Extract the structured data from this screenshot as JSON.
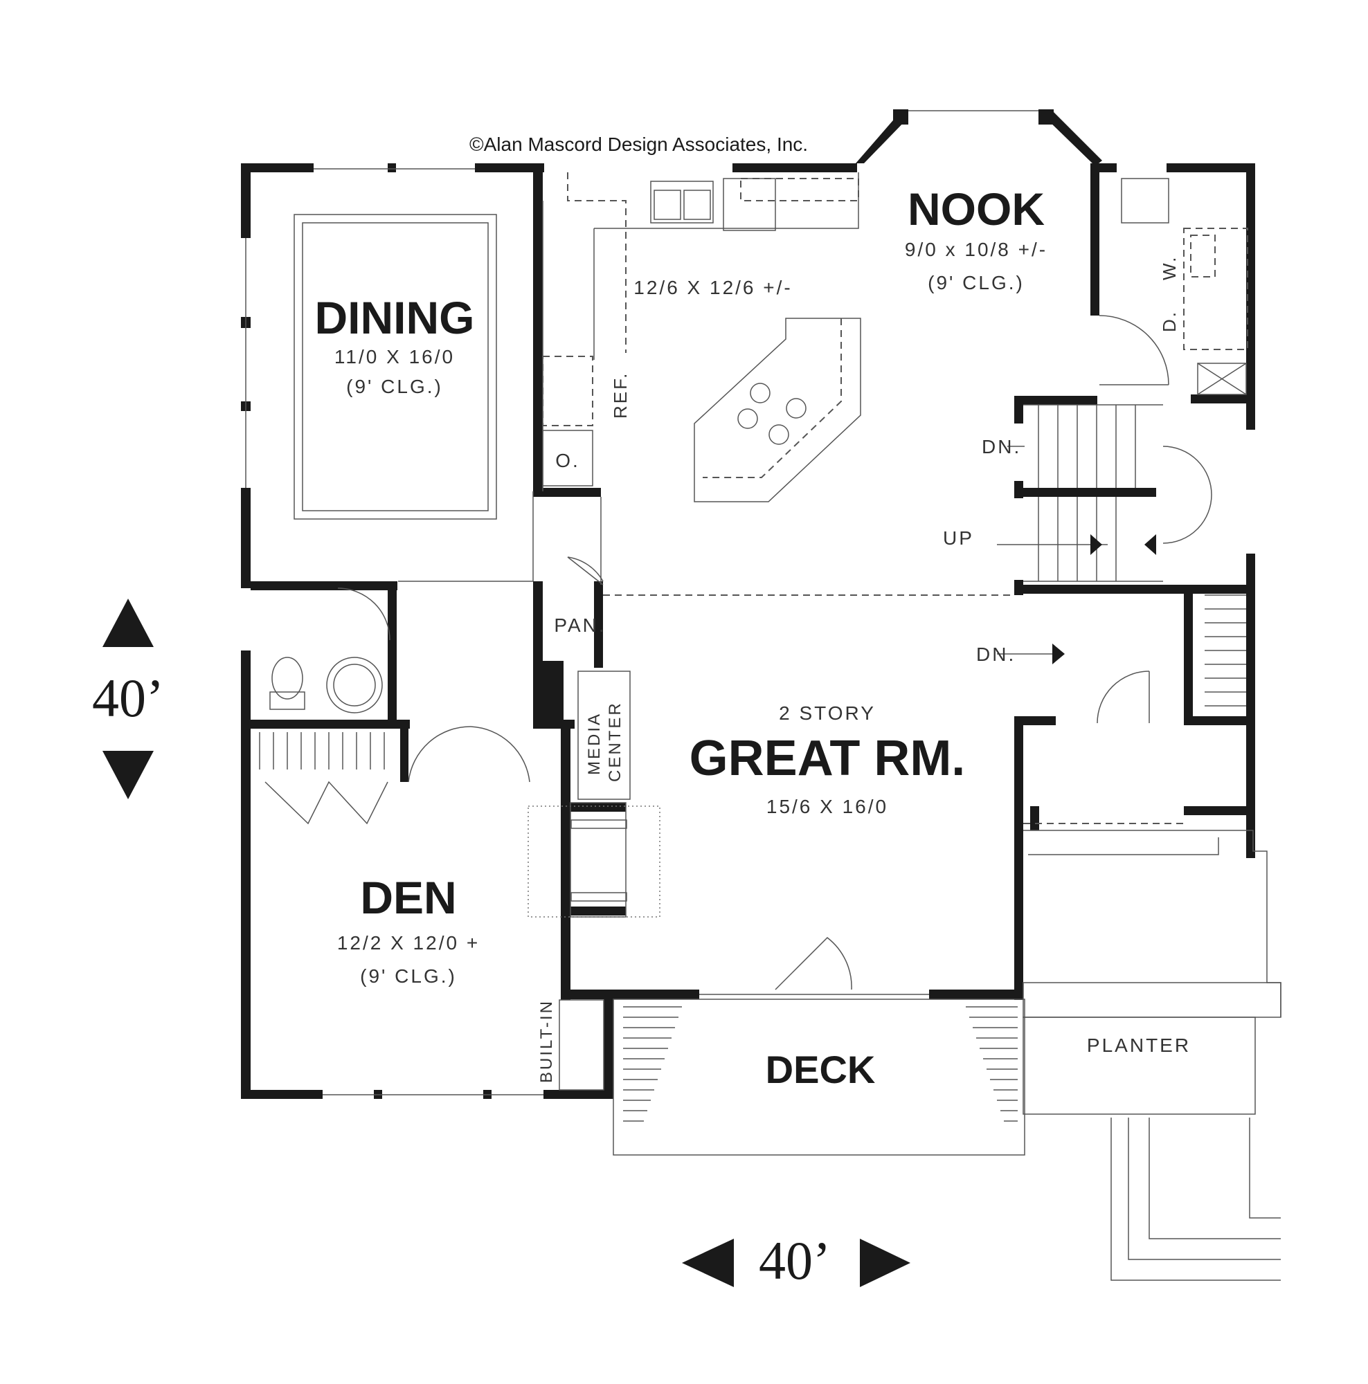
{
  "copyright": "©Alan Mascord Design Associates, Inc.",
  "rooms": {
    "nook": {
      "name": "NOOK",
      "size": "9/0 x 10/8 +/-",
      "ceiling": "(9' CLG.)"
    },
    "kitchen": {
      "size": "12/6 X 12/6 +/-"
    },
    "dining": {
      "name": "DINING",
      "size": "11/0 X 16/0",
      "ceiling": "(9' CLG.)"
    },
    "great_room": {
      "note": "2 STORY",
      "name": "GREAT RM.",
      "size": "15/6 X 16/0"
    },
    "den": {
      "name": "DEN",
      "size": "12/2 X 12/0 +",
      "ceiling": "(9' CLG.)"
    },
    "deck": {
      "name": "DECK"
    },
    "planter": {
      "name": "PLANTER"
    }
  },
  "labels": {
    "ref": "REF.",
    "oven": "O.",
    "pantry": "PAN.",
    "media": [
      "MEDIA",
      "CENTER"
    ],
    "built_in": "BUILT-IN",
    "washer": "W.",
    "dryer": "D.",
    "stair_down_1": "DN.",
    "stair_up": "UP",
    "stair_down_2": "DN."
  },
  "dimensions": {
    "depth": "40’",
    "width": "40’"
  }
}
